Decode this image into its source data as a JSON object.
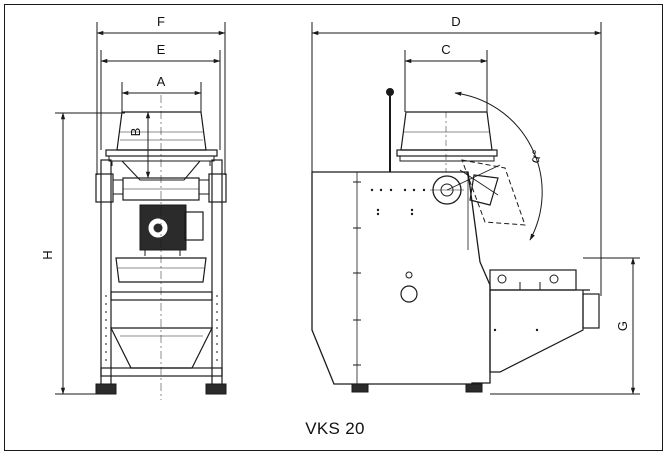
{
  "caption": "VKS 20",
  "dimensions": {
    "A": "A",
    "B": "B",
    "C": "C",
    "D": "D",
    "E": "E",
    "F": "F",
    "G": "G",
    "H": "H"
  },
  "angle_label": "α°",
  "colors": {
    "line": "#1a1a1a",
    "background": "#ffffff"
  }
}
